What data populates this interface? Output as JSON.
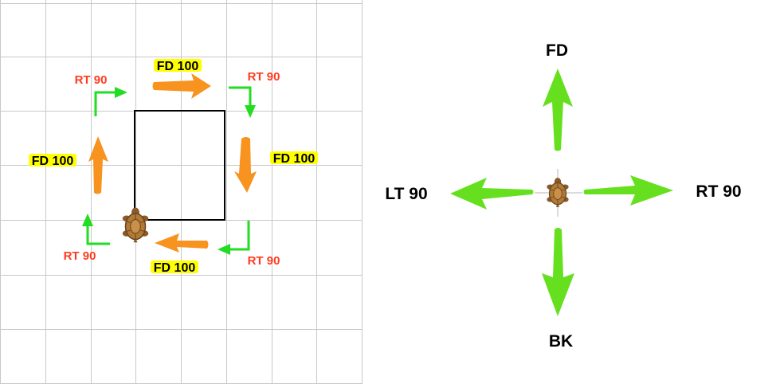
{
  "colors": {
    "grid": "#c8c8c8",
    "square": "#000000",
    "fd_arrow": "#f7931e",
    "turn_arrow": "#22dd22",
    "compass_arrow": "#66e01e",
    "turn_label": "#ff3b1f",
    "fd_label_highlight": "#ffff00"
  },
  "square_walk": {
    "labels": {
      "fd_top": "FD 100",
      "fd_right": "FD 100",
      "fd_bottom": "FD 100",
      "fd_left": "FD 100",
      "rt_top_left": "RT 90",
      "rt_top_right": "RT 90",
      "rt_bottom_right": "RT 90",
      "rt_bottom_left": "RT 90"
    },
    "turtle_icon": "turtle-icon"
  },
  "compass": {
    "labels": {
      "forward": "FD",
      "back": "BK",
      "left": "LT 90",
      "right": "RT 90"
    },
    "turtle_icon": "turtle-icon"
  }
}
